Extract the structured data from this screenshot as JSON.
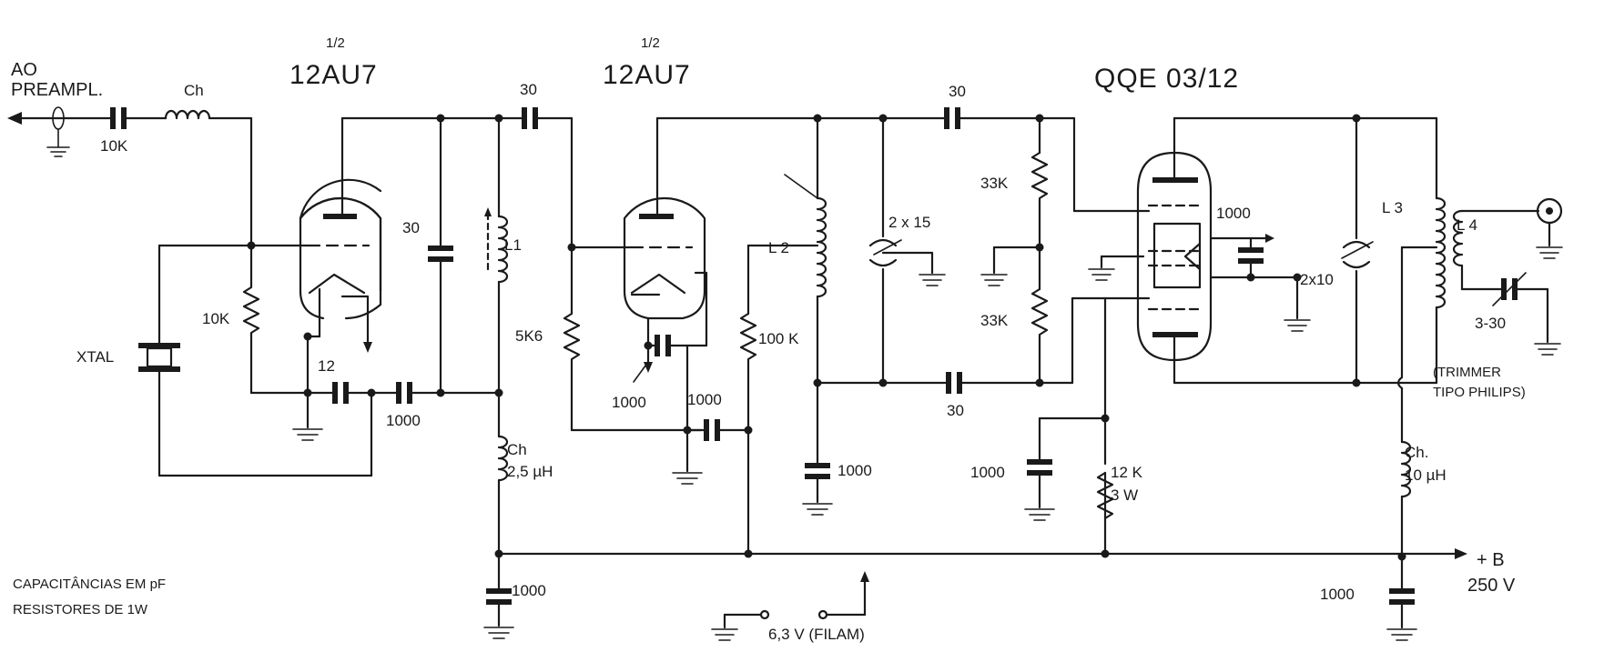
{
  "tubes": {
    "v1_fraction": "1/2",
    "v1_type": "12AU7",
    "v2_fraction": "1/2",
    "v2_type": "12AU7",
    "v3_type": "QQE 03/12"
  },
  "output": {
    "line1": "AO",
    "line2": "PREAMPL."
  },
  "labels": {
    "ch_out": "Ch",
    "c_out": "10K",
    "r_grid1": "10K",
    "xtal": "XTAL",
    "c_12": "12",
    "c_1000_a": "1000",
    "c_30_tank1": "30",
    "l1": "L1",
    "c_30_couple1": "30",
    "ch_25": "Ch",
    "ch_25_val": "2,5 µH",
    "c_1000_b": "1000",
    "r_5k6": "5K6",
    "c_1000_cath": "1000",
    "c_1000_c": "1000",
    "r_100k": "100 K",
    "l2": "L 2",
    "c_2x15": "2 x 15",
    "c_1000_d": "1000",
    "c_30_top": "30",
    "r_33k_a": "33K",
    "r_33k_b": "33K",
    "c_30_bot": "30",
    "c_1000_e": "1000",
    "r_12k": "12 K",
    "r_12k_w": "3 W",
    "c_1000_scr": "1000",
    "c_2x10": "2x10",
    "l3": "L 3",
    "l4": "L 4",
    "trim_val": "3-30",
    "trim_note1": "(TRIMMER",
    "trim_note2": "TIPO PHILIPS)",
    "ch_10": "Ch.",
    "ch_10_val": "10 µH",
    "c_1000_f": "1000",
    "b_plus": "+ B",
    "b_volt": "250 V",
    "filament": "6,3 V (FILAM)"
  },
  "notes": {
    "line1": "CAPACITÂNCIAS EM pF",
    "line2": "RESISTORES DE 1W"
  }
}
